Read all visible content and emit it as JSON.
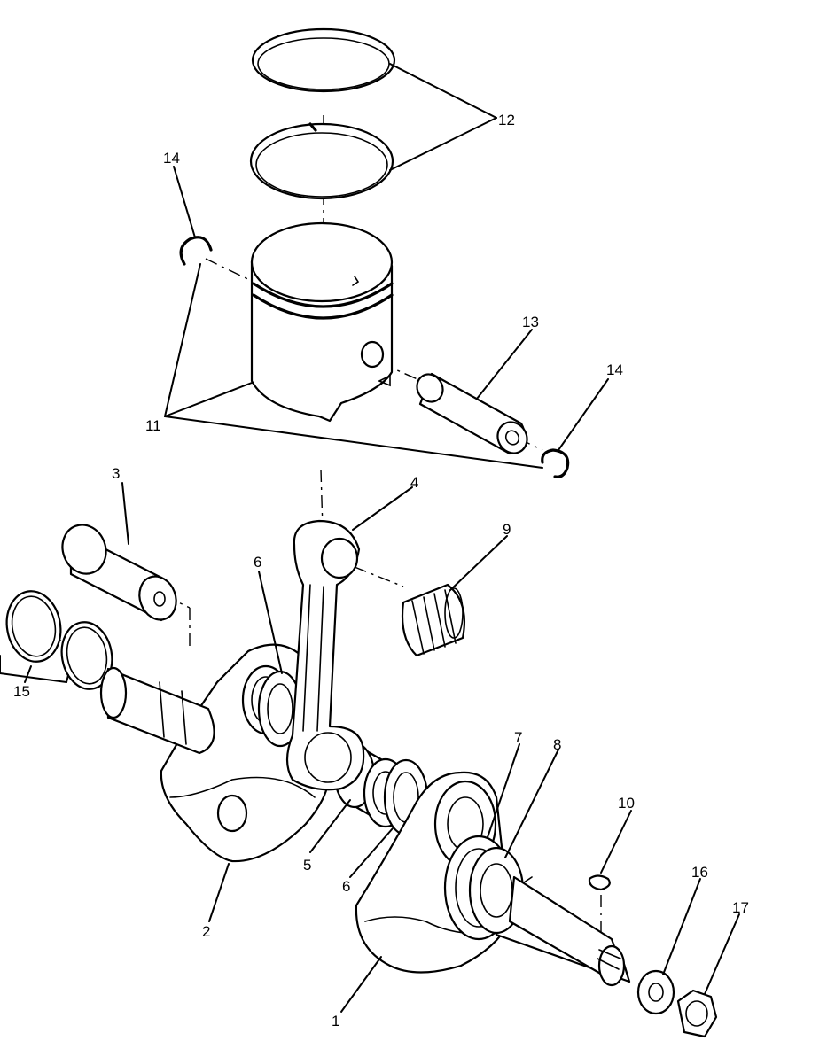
{
  "callouts": {
    "c1": "1",
    "c2": "2",
    "c3": "3",
    "c4": "4",
    "c5": "5",
    "c6a": "6",
    "c6b": "6",
    "c7": "7",
    "c8": "8",
    "c9": "9",
    "c10": "10",
    "c11": "11",
    "c12": "12",
    "c13": "13",
    "c14a": "14",
    "c14b": "14",
    "c15": "15",
    "c16": "16",
    "c17": "17"
  },
  "colors": {
    "ink": "#000000",
    "paper": "#ffffff"
  }
}
